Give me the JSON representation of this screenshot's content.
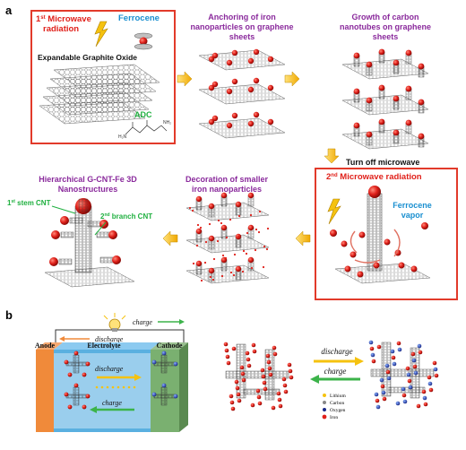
{
  "panel_a": {
    "letter": "a",
    "step1": {
      "title_pre": "1",
      "title_sup": "st",
      "title_post": " Microwave",
      "title_line2": "radiation",
      "ferrocene": "Ferrocene",
      "ego": "Expandable Graphite Oxide",
      "adc": "ADC"
    },
    "step2": {
      "line1": "Anchoring of iron",
      "line2": "nanoparticles on graphene",
      "line3": "sheets"
    },
    "step3": {
      "line1": "Growth of carbon",
      "line2": "nanotubes on graphene",
      "line3": "sheets"
    },
    "turn_off": "Turn off microwave",
    "step4": {
      "title_pre": "2",
      "title_sup": "nd",
      "title_post": " Microwave radiation",
      "vapor_line1": "Ferrocene",
      "vapor_line2": "vapor"
    },
    "step5": {
      "line1": "Decoration of smaller",
      "line2": "iron nanoparticles"
    },
    "step6": {
      "line1": "Hierarchical G-CNT-Fe 3D",
      "line2": "Nanostructures",
      "stem_pre": "1",
      "stem_sup": "st",
      "stem_post": " stem CNT",
      "branch_pre": "2",
      "branch_sup": "nd",
      "branch_post": " branch CNT"
    }
  },
  "panel_b": {
    "letter": "b",
    "battery": {
      "anode": "Anode",
      "electrolyte": "Electrolyte",
      "cathode": "Cathode",
      "top_discharge": "discharge",
      "top_charge": "charge",
      "inner_discharge": "discharge",
      "inner_charge": "charge"
    },
    "process": {
      "discharge": "discharge",
      "charge": "charge"
    },
    "legend": [
      "Lithium",
      "Carbon",
      "Oxygen",
      "Iron"
    ]
  },
  "colors": {
    "purple": "#8a2a9c",
    "red": "#e0201a",
    "box_red": "#e23a2a",
    "ferrocene_blue": "#1a8fd0",
    "adc_green": "#20b040",
    "arrow_yellow": "#f5c20f",
    "charge_green": "#3cb34a",
    "anode_orange": "#f08a3a",
    "electrolyte_blue": "#5ab0e0",
    "cathode_green": "#7ab070"
  }
}
